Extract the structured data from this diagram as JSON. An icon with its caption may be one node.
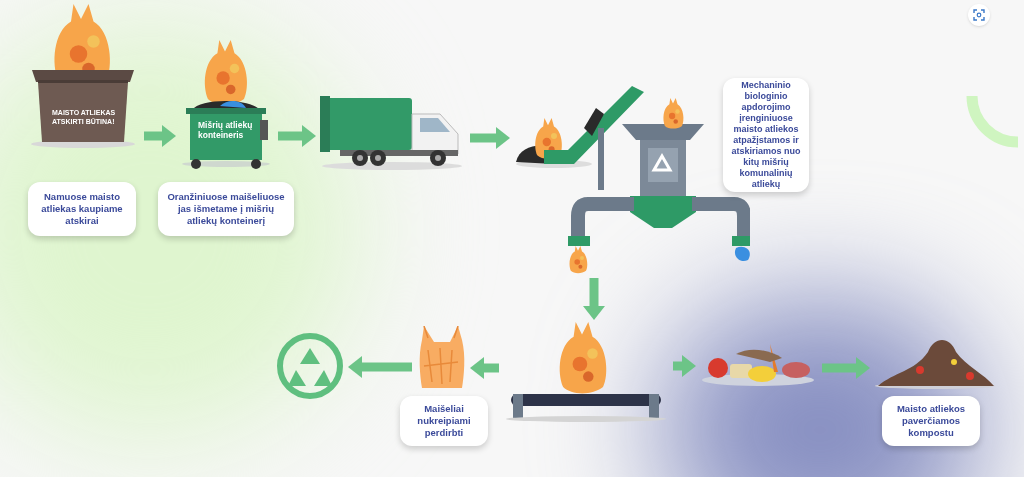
{
  "diagram": {
    "nodes": [
      {
        "text": [],
        "shape": "picture"
      },
      {
        "text": [
          "Namuose maisto atliekas kaupiame atskirai"
        ]
      },
      {
        "text": [
          "Mišrių atliekų konteineris"
        ]
      },
      {
        "text": [
          "Oranžiniuose maišeliuose jas išmetame į mišrių atliekų konteinerį"
        ]
      },
      {
        "text": [],
        "shape": "picture"
      },
      {
        "text": [],
        "shape": "picture"
      },
      {
        "text": [
          "Mechaninio biologinio apdorojimo įrenginiuose maisto atliekos atpažįstamos ir atskiriamos nuo kitų mišrių komunalinių atliekų"
        ]
      },
      {
        "text": [],
        "shape": "picture"
      },
      {
        "text": [],
        "shape": "picture"
      },
      {
        "text": [
          "Maišeliai nukreipiami perdirbti"
        ]
      },
      {
        "text": [],
        "shape": "picture"
      },
      {
        "text": [],
        "shape": "picture"
      },
      {
        "text": [],
        "shape": "picture"
      },
      {
        "text": [
          "Maisto atliekos paverčiamos kompostu"
        ]
      }
    ],
    "edges": [
      {
        "from": 0,
        "to": 2,
        "arrow": "to"
      },
      {
        "from": 2,
        "to": 4,
        "arrow": "to"
      },
      {
        "from": 4,
        "to": 5,
        "arrow": "to"
      },
      {
        "from": 5,
        "to": 7,
        "arrow": "to"
      },
      {
        "from": 7,
        "to": 8,
        "arrow": "to"
      },
      {
        "from": 8,
        "to": 10,
        "arrow": "to"
      },
      {
        "from": 7,
        "to": 11,
        "arrow": "to"
      },
      {
        "from": 11,
        "to": 12,
        "arrow": "to"
      }
    ],
    "labels": [
      "MAISTO ATLIEKAS ATSKIRTI BŪTINA!"
    ]
  }
}
